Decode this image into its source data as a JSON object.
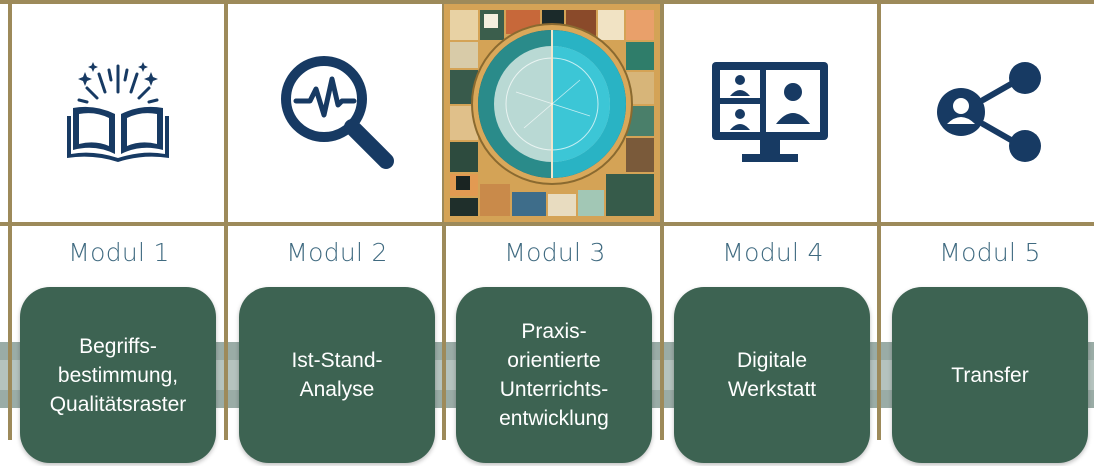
{
  "modules": [
    {
      "label": "Modul 1",
      "card": "Begriffs-\nbestimmung,\nQualitätsraster",
      "icon": "open-book-icon"
    },
    {
      "label": "Modul 2",
      "card": "Ist-Stand-\nAnalyse",
      "icon": "magnifier-pulse-icon"
    },
    {
      "label": "Modul 3",
      "card": "Praxis-\norientierte\nUnterrichts-\nentwicklung",
      "icon": "abstract-artwork"
    },
    {
      "label": "Modul 4",
      "card": "Digitale\nWerkstatt",
      "icon": "video-conference-monitor-icon"
    },
    {
      "label": "Modul 5",
      "card": "Transfer",
      "icon": "share-user-icon"
    }
  ],
  "colors": {
    "icon": "#173a63",
    "card": "#3d6352",
    "label": "#3f6a80",
    "frame": "#9d8a5a",
    "band": "#9aaca6"
  }
}
